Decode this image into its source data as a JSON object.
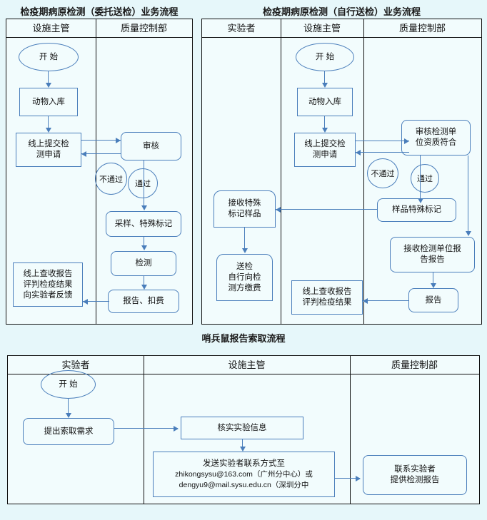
{
  "page": {
    "background_color": "#e6f7fa",
    "lane_fill_color": "#f2fcfd",
    "node_border_color": "#4a7ebb",
    "lane_border_color": "#111111"
  },
  "charts": [
    {
      "id": "chart-entrusted-inspection",
      "title": "检疫期病原检测（委托送检）业务流程",
      "lanes": [
        {
          "id": "lane-facility-supervisor",
          "label": "设施主管"
        },
        {
          "id": "lane-quality-control",
          "label": "质量控制部"
        }
      ],
      "nodes": [
        {
          "id": "start",
          "shape": "ellipse",
          "lines": [
            "开 始"
          ]
        },
        {
          "id": "animal-storage",
          "shape": "rect",
          "lines": [
            "动物入库"
          ]
        },
        {
          "id": "online-submit-request",
          "shape": "rect",
          "lines": [
            "线上提交检",
            "测申请"
          ]
        },
        {
          "id": "review",
          "shape": "round",
          "lines": [
            "审核"
          ]
        },
        {
          "id": "label-fail",
          "shape": "circle-label",
          "lines": [
            "不通过"
          ]
        },
        {
          "id": "label-pass",
          "shape": "circle-label",
          "lines": [
            "通过"
          ]
        },
        {
          "id": "sampling-special-mark",
          "shape": "round",
          "lines": [
            "采样、特殊标记"
          ]
        },
        {
          "id": "detection",
          "shape": "round",
          "lines": [
            "检测"
          ]
        },
        {
          "id": "report-deduct-fee",
          "shape": "round",
          "lines": [
            "报告、扣费"
          ]
        },
        {
          "id": "online-receive-report",
          "shape": "rect",
          "lines": [
            "线上查收报告",
            "评判检疫结果",
            "向实验者反馈"
          ]
        }
      ]
    },
    {
      "id": "chart-self-delivered-inspection",
      "title": "检疫期病原检测（自行送检）业务流程",
      "lanes": [
        {
          "id": "lane-experimenter",
          "label": "实验者"
        },
        {
          "id": "lane-facility-supervisor",
          "label": "设施主管"
        },
        {
          "id": "lane-quality-control",
          "label": "质量控制部"
        }
      ],
      "nodes": [
        {
          "id": "start",
          "shape": "ellipse",
          "lines": [
            "开 始"
          ]
        },
        {
          "id": "animal-storage",
          "shape": "rect",
          "lines": [
            "动物入库"
          ]
        },
        {
          "id": "online-submit-request",
          "shape": "rect",
          "lines": [
            "线上提交检",
            "测申请"
          ]
        },
        {
          "id": "review-lab-qualification",
          "shape": "round",
          "lines": [
            "审核检测单",
            "位资质符合"
          ]
        },
        {
          "id": "label-fail",
          "shape": "circle-label",
          "lines": [
            "不通过"
          ]
        },
        {
          "id": "label-pass",
          "shape": "circle-label",
          "lines": [
            "通过"
          ]
        },
        {
          "id": "sample-special-mark",
          "shape": "round",
          "lines": [
            "样品特殊标记"
          ]
        },
        {
          "id": "receive-special-marked-sample",
          "shape": "doc",
          "lines": [
            "接收特殊",
            "标记样品"
          ]
        },
        {
          "id": "send-inspection-pay",
          "shape": "doc",
          "lines": [
            "送检",
            "自行向检",
            "测方缴费"
          ]
        },
        {
          "id": "receive-lab-report",
          "shape": "round",
          "lines": [
            "接收检测单位报",
            "告报告"
          ]
        },
        {
          "id": "report",
          "shape": "round",
          "lines": [
            "报告"
          ]
        },
        {
          "id": "online-receive-report",
          "shape": "rect",
          "lines": [
            "线上查收报告",
            "评判检疫结果"
          ]
        }
      ]
    },
    {
      "id": "chart-sentinel-mouse-report-request",
      "title": "哨兵鼠报告索取流程",
      "lanes": [
        {
          "id": "lane-experimenter",
          "label": "实验者"
        },
        {
          "id": "lane-facility-supervisor",
          "label": "设施主管"
        },
        {
          "id": "lane-quality-control",
          "label": "质量控制部"
        }
      ],
      "nodes": [
        {
          "id": "start",
          "shape": "ellipse",
          "lines": [
            "开  始"
          ]
        },
        {
          "id": "submit-request",
          "shape": "round",
          "lines": [
            "提出索取需求"
          ]
        },
        {
          "id": "verify-experiment-info",
          "shape": "rect",
          "lines": [
            "核实实验信息"
          ]
        },
        {
          "id": "send-contact-info",
          "shape": "rect",
          "lines": [
            "发送实验者联系方式至",
            "zhikongsysu@163.com（广州分中心）或",
            "dengyu9@mail.sysu.edu.cn（深圳分中"
          ]
        },
        {
          "id": "contact-experimenter",
          "shape": "round",
          "lines": [
            "联系实验者",
            "提供检测报告"
          ]
        }
      ]
    }
  ]
}
